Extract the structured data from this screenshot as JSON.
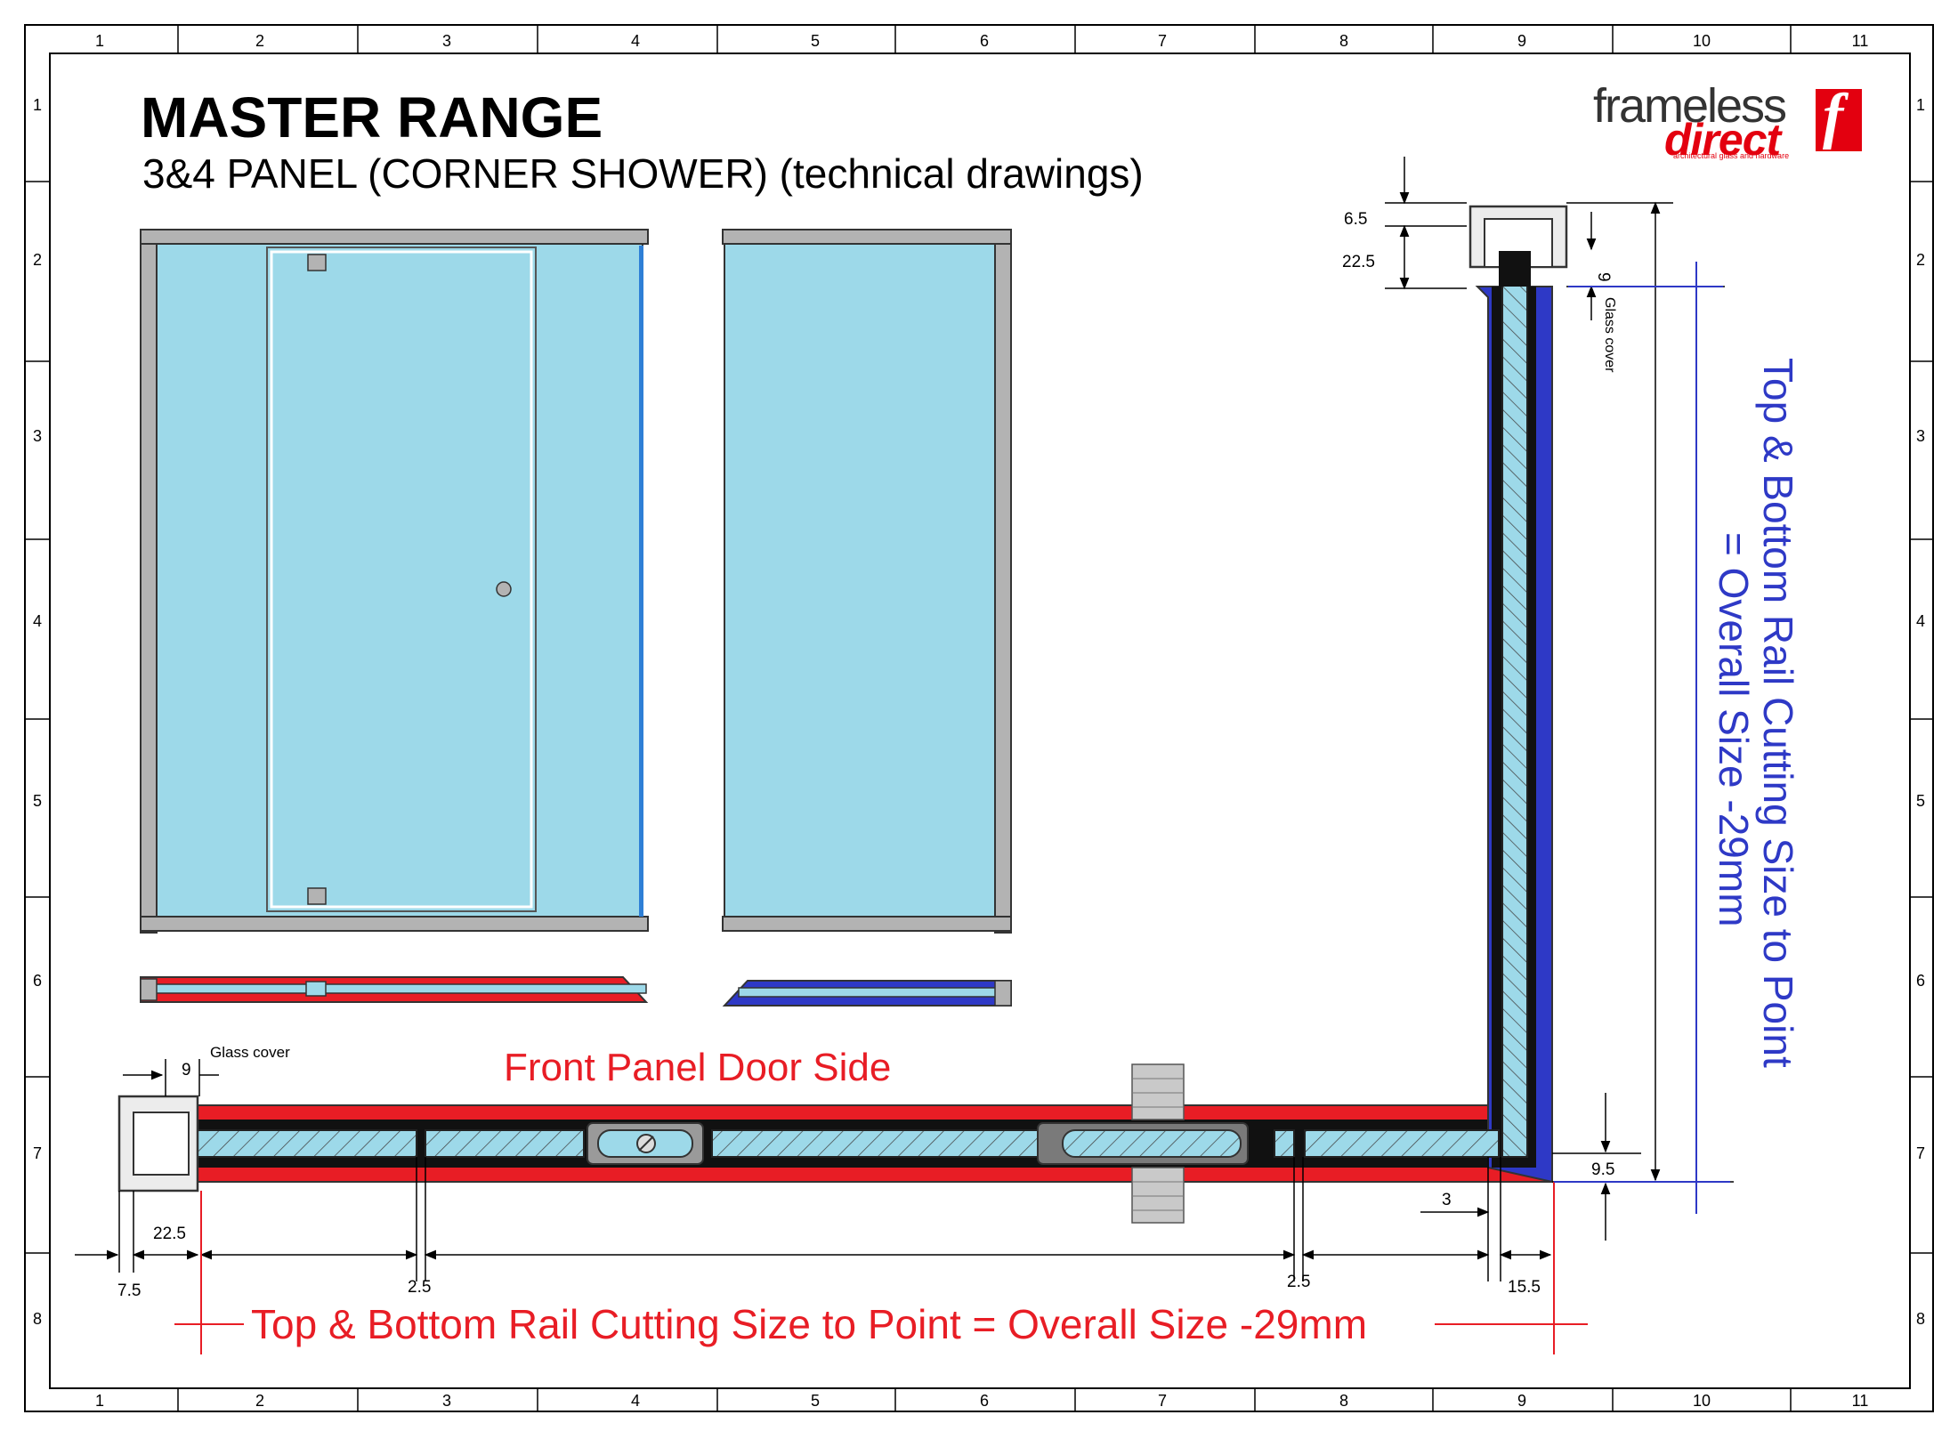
{
  "title": "MASTER RANGE",
  "subtitle": "3&4 PANEL (CORNER SHOWER) (technical drawings)",
  "brand": {
    "word1": "frameless",
    "word2": "direct",
    "tagline": "architectural glass and hardware",
    "mark": "f"
  },
  "grid": {
    "columns": [
      "1",
      "2",
      "3",
      "4",
      "5",
      "6",
      "7",
      "8",
      "9",
      "10",
      "11"
    ],
    "rows": [
      "1",
      "2",
      "3",
      "4",
      "5",
      "6",
      "7",
      "8"
    ]
  },
  "labels": {
    "front_panel": "Front Panel Door Side",
    "bottom_note": "Top & Bottom Rail Cutting Size to Point = Overall Size -29mm",
    "side_note_line1": "Top & Bottom Rail Cutting Size to Point",
    "side_note_line2": "= Overall Size -29mm",
    "glass_cover_top": "Glass cover",
    "glass_cover_left": "Glass cover"
  },
  "dimensions": {
    "d_6_5": "6.5",
    "d_22_5_top": "22.5",
    "d_9_top": "9",
    "d_9_left": "9",
    "d_22_5_left": "22.5",
    "d_7_5": "7.5",
    "d_2_5_a": "2.5",
    "d_2_5_b": "2.5",
    "d_3": "3",
    "d_9_5": "9.5",
    "d_15_5": "15.5"
  },
  "colors": {
    "glass": "#9dd9e9",
    "frame": "#b3b3b3",
    "red_rail": "#e81d25",
    "blue_rail": "#2e39c6",
    "note_red": "#e81d25",
    "note_blue": "#2e39c6"
  }
}
